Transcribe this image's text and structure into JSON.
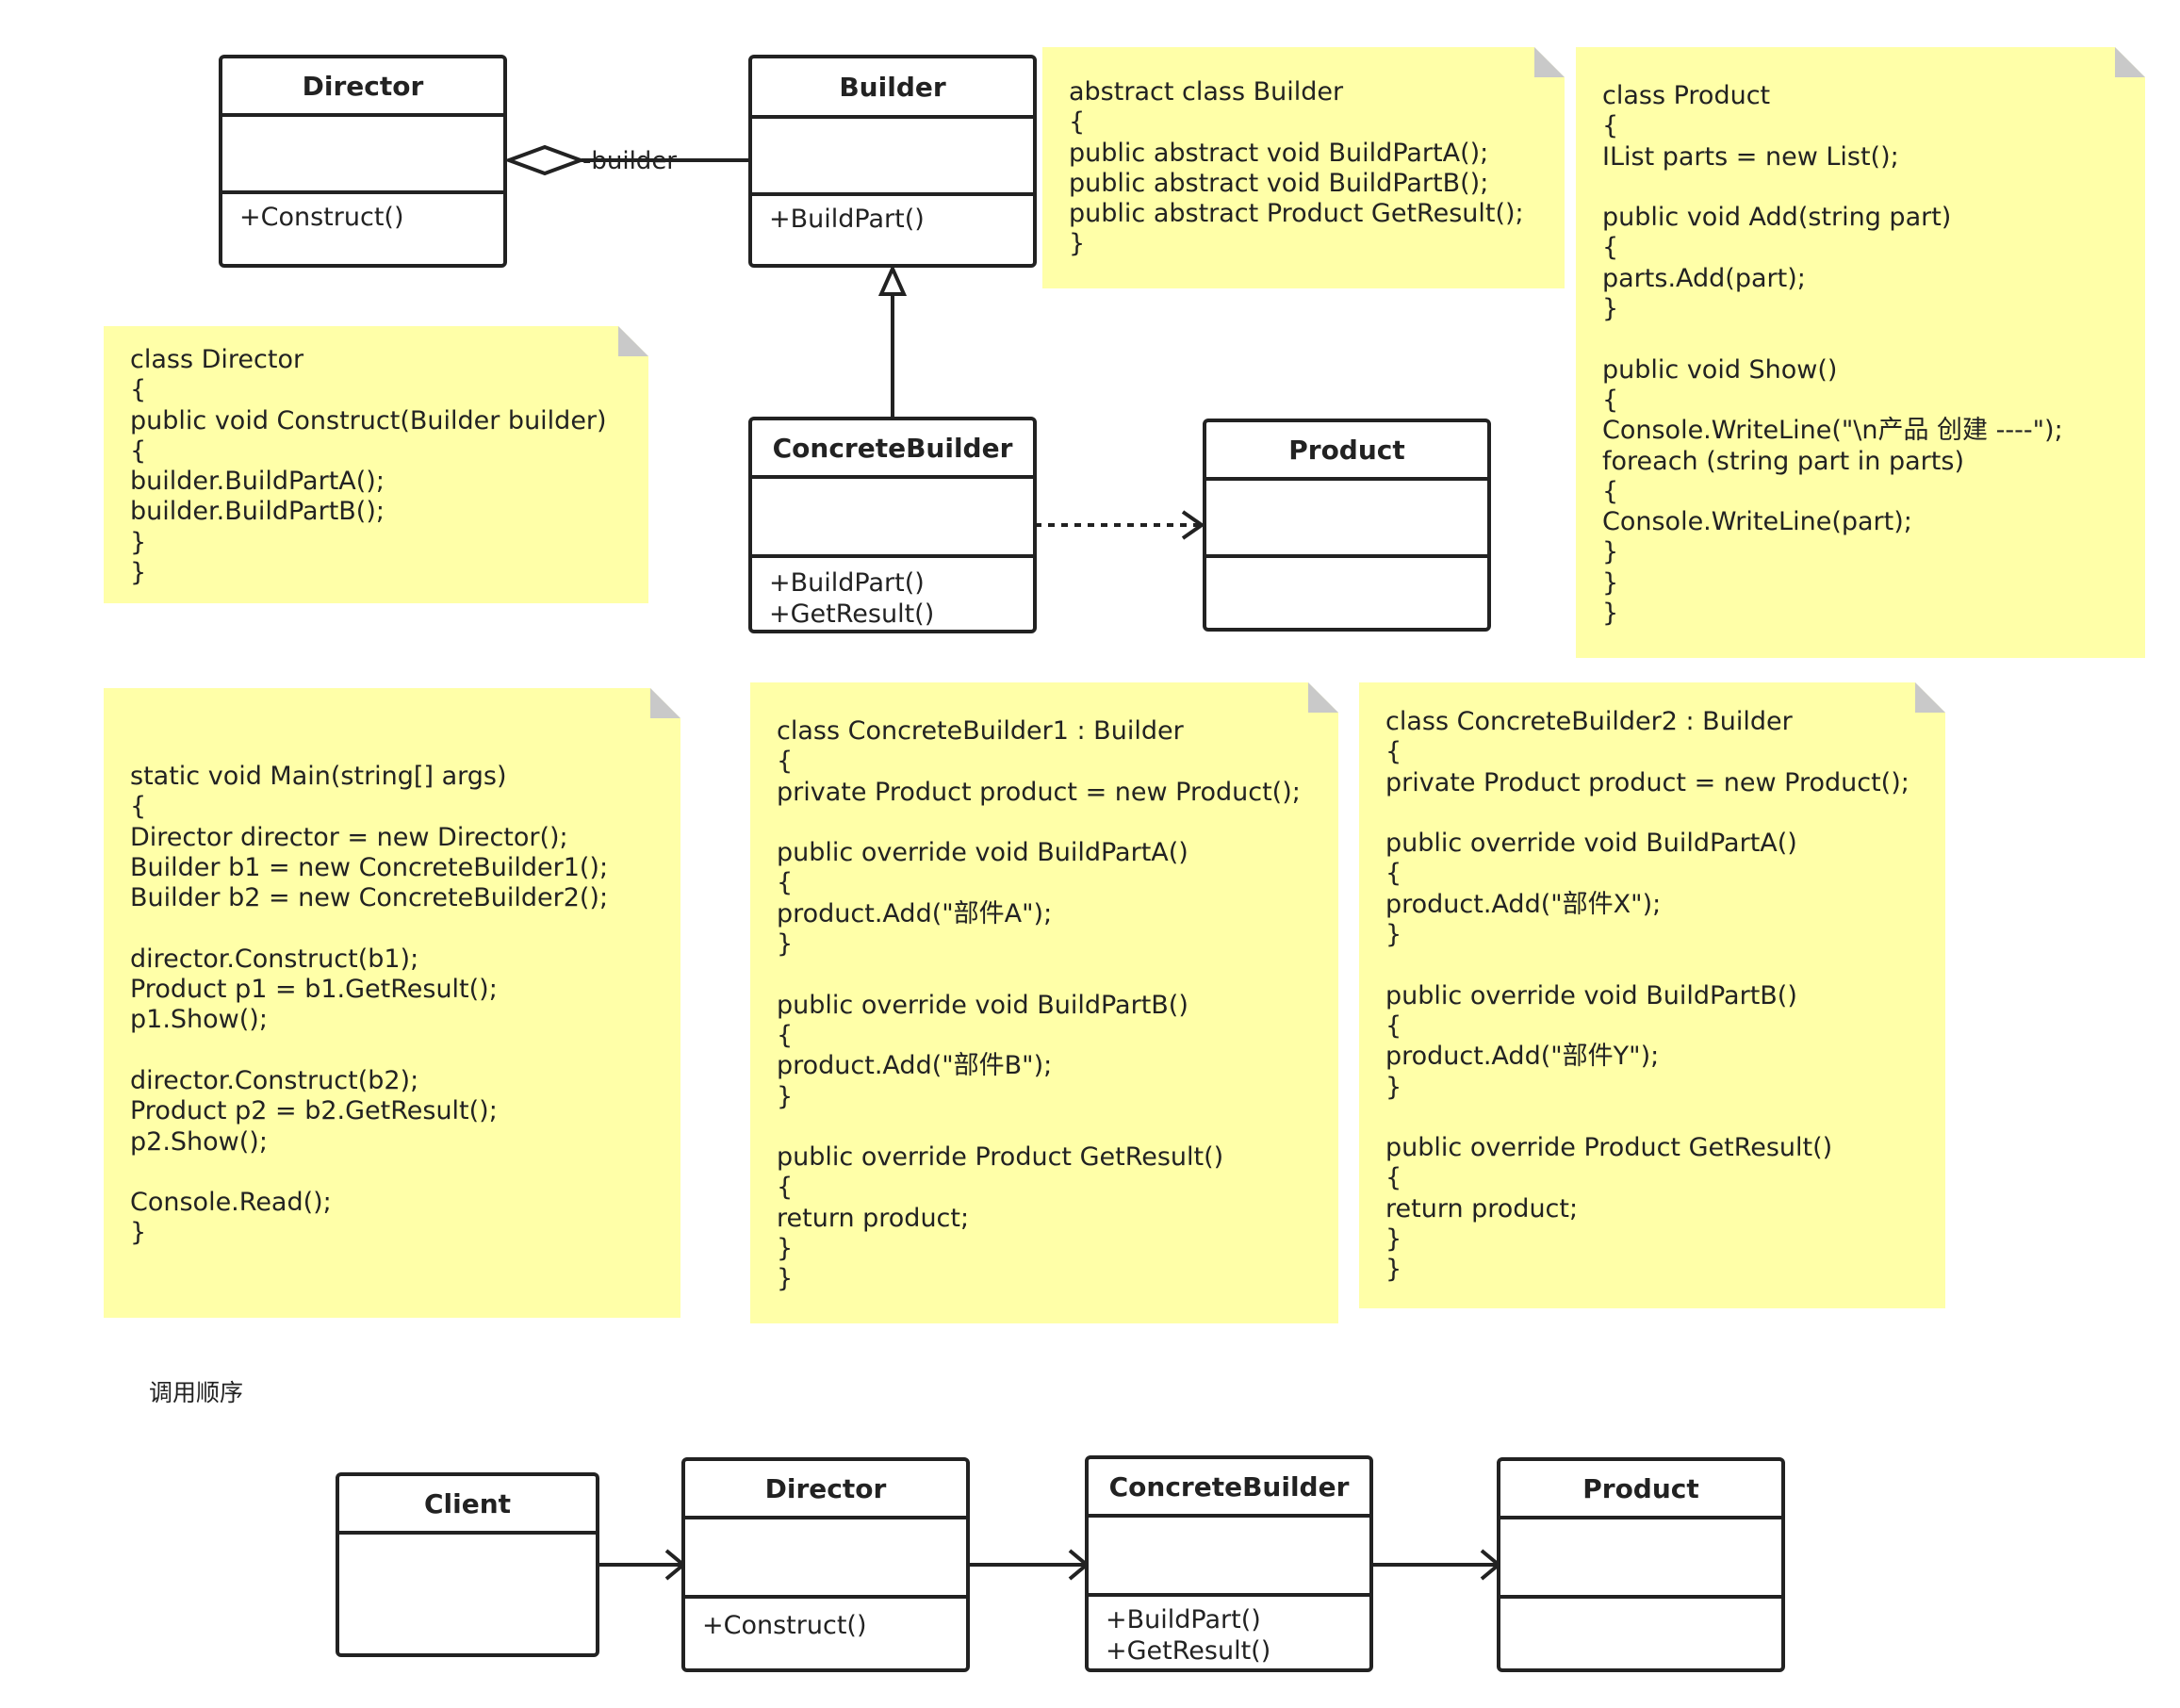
{
  "top_classes": {
    "director": {
      "name": "Director",
      "operations": [
        "+Construct()"
      ]
    },
    "builder": {
      "name": "Builder",
      "operations": [
        "+BuildPart()"
      ]
    },
    "concrete_builder": {
      "name": "ConcreteBuilder",
      "operations": [
        "+BuildPart()",
        "+GetResult()"
      ]
    },
    "product": {
      "name": "Product",
      "operations": []
    }
  },
  "association_label": "-builder",
  "notes": {
    "abstract_builder": [
      "abstract class Builder",
      "{",
      "public abstract void BuildPartA();",
      "public abstract void BuildPartB();",
      "public abstract Product GetResult();",
      "}"
    ],
    "product_class": [
      "class Product",
      "{",
      "IList parts = new List();",
      "",
      "public void Add(string part)",
      "{",
      "parts.Add(part);",
      "}",
      "",
      "public void Show()",
      "{",
      "Console.WriteLine(\"\\n产品 创建 ----\");",
      "foreach (string part in parts)",
      "{",
      "Console.WriteLine(part);",
      "}",
      "}",
      "}"
    ],
    "director_class": [
      "class Director",
      "{",
      "public void Construct(Builder builder)",
      "{",
      "builder.BuildPartA();",
      "builder.BuildPartB();",
      "}",
      "}"
    ],
    "main": [
      "static void Main(string[] args)",
      "{",
      "Director director = new Director();",
      "Builder b1 = new ConcreteBuilder1();",
      "Builder b2 = new ConcreteBuilder2();",
      "",
      "director.Construct(b1);",
      "Product p1 = b1.GetResult();",
      "p1.Show();",
      "",
      "director.Construct(b2);",
      "Product p2 = b2.GetResult();",
      "p2.Show();",
      "",
      "Console.Read();",
      "}"
    ],
    "concrete_builder1": [
      "class ConcreteBuilder1 : Builder",
      "{",
      "private Product product = new Product();",
      "",
      "public override void BuildPartA()",
      "{",
      "product.Add(\"部件A\");",
      "}",
      "",
      "public override void BuildPartB()",
      "{",
      "product.Add(\"部件B\");",
      "}",
      "",
      "public override Product GetResult()",
      "{",
      "return product;",
      "}",
      "}"
    ],
    "concrete_builder2": [
      "class ConcreteBuilder2 : Builder",
      "{",
      "private Product product = new Product();",
      "",
      "public override void BuildPartA()",
      "{",
      "product.Add(\"部件X\");",
      "}",
      "",
      "public override void BuildPartB()",
      "{",
      "product.Add(\"部件Y\");",
      "}",
      "",
      "public override Product GetResult()",
      "{",
      "return product;",
      "}",
      "}"
    ]
  },
  "sequence_title": "调用顺序",
  "bottom_classes": {
    "client": {
      "name": "Client",
      "operations": []
    },
    "director": {
      "name": "Director",
      "operations": [
        "+Construct()"
      ]
    },
    "concrete_builder": {
      "name": "ConcreteBuilder",
      "operations": [
        "+BuildPart()",
        "+GetResult()"
      ]
    },
    "product": {
      "name": "Product",
      "operations": []
    }
  },
  "colors": {
    "note_fill": "#ffffa8",
    "line": "#222222"
  }
}
